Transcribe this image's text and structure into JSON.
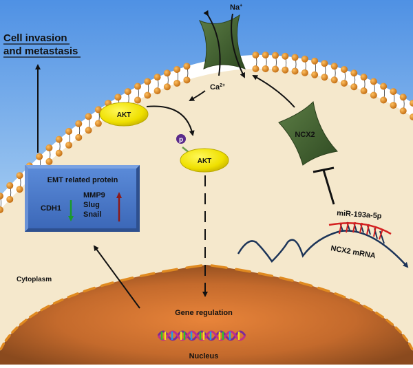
{
  "labels": {
    "invasion_line1": "Cell invasion",
    "invasion_line2": "and metastasis",
    "na": "Na",
    "na_sup": "+",
    "ca": "Ca",
    "ca_sup": "2+",
    "akt_inactive": "AKT",
    "akt_active": "AKT",
    "phospho": "p",
    "ncx2": "NCX2",
    "mirna": "miR-193a-5p",
    "mrna": "NCX2 mRNA",
    "cytoplasm": "Cytoplasm",
    "gene_regulation": "Gene regulation",
    "nucleus": "Nucleus"
  },
  "emt_box": {
    "title": "EMT related protein",
    "down_regulated": [
      "CDH1"
    ],
    "up_regulated": [
      "MMP9",
      "Slug",
      "Snail"
    ]
  },
  "colors": {
    "sky": "#5b9be6",
    "cytoplasm": "#f5e6c8",
    "channel_green": "#3f5e2e",
    "akt_yellow": "#f3e600",
    "emt_blue": "#4a78c8",
    "nucleus_orange": "#c8702e",
    "lipid_head": "#e0901e",
    "down_arrow": "#1a9a2a",
    "up_arrow": "#8b1a1a",
    "mirna_red": "#d42020",
    "mrna_navy": "#1c3458",
    "phospho_purple": "#5a2a8a"
  }
}
